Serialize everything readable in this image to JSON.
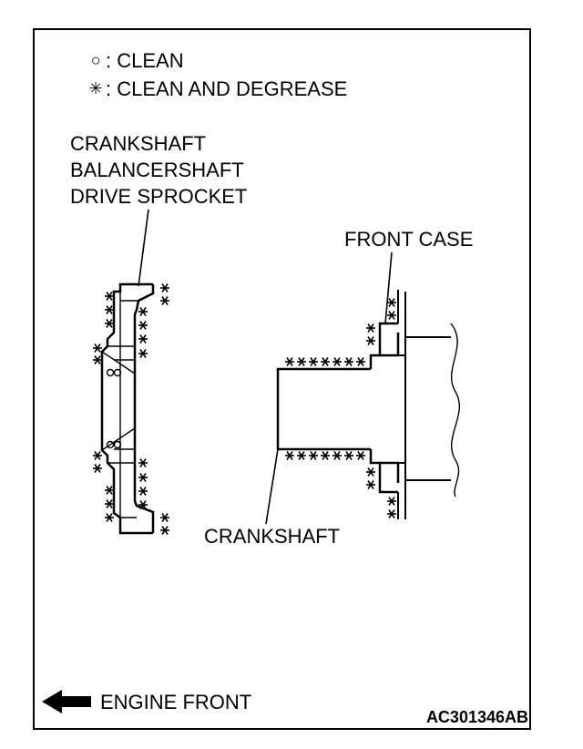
{
  "legend": {
    "clean_symbol": "○",
    "clean_text": ": CLEAN",
    "degrease_symbol": "✳",
    "degrease_text": ": CLEAN AND DEGREASE"
  },
  "labels": {
    "sprocket_line1": "CRANKSHAFT",
    "sprocket_line2": "BALANCERSHAFT",
    "sprocket_line3": "DRIVE SPROCKET",
    "front_case": "FRONT CASE",
    "crankshaft": "CRANKSHAFT",
    "engine_front": "ENGINE FRONT"
  },
  "figure_code": "AC301346AB",
  "icons": {
    "clean_marker": "circle-icon",
    "degrease_marker": "asterisk-icon",
    "direction_arrow": "arrow-left-icon"
  }
}
